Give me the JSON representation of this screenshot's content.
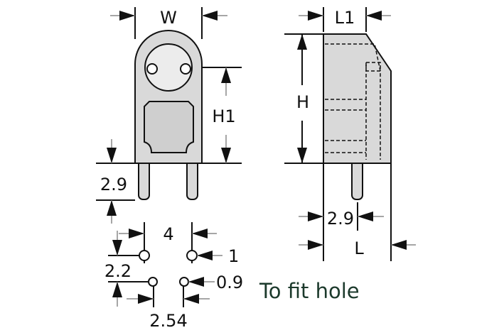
{
  "labels": {
    "width": "W",
    "height_hole": "H1",
    "pin_length_left": "2.9",
    "length_top": "L1",
    "height": "H",
    "pin_offset": "2.9",
    "length": "L",
    "pitch_large": "4",
    "hole_large": "1",
    "row_offset": "2.2",
    "hole_small": "0.9",
    "pitch_small": "2.54"
  },
  "note": "To fit hole",
  "colors": {
    "note": "#1c3a2c",
    "body": "#d9d9d9"
  }
}
